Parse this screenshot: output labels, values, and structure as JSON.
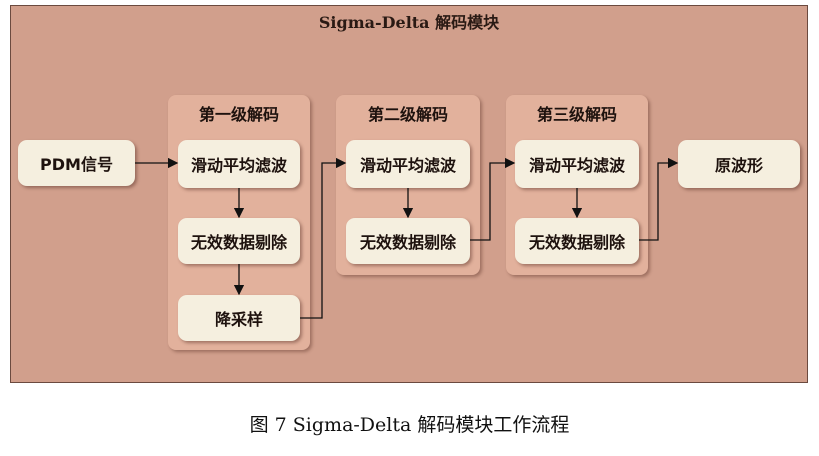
{
  "title": "Sigma-Delta 解码模块",
  "input": "PDM信号",
  "output": "原波形",
  "stages": [
    {
      "title": "第一级解码",
      "steps": [
        "滑动平均滤波",
        "无效数据剔除",
        "降采样"
      ]
    },
    {
      "title": "第二级解码",
      "steps": [
        "滑动平均滤波",
        "无效数据剔除"
      ]
    },
    {
      "title": "第三级解码",
      "steps": [
        "滑动平均滤波",
        "无效数据剔除"
      ]
    }
  ],
  "caption": "图  7 Sigma-Delta  解码模块工作流程"
}
